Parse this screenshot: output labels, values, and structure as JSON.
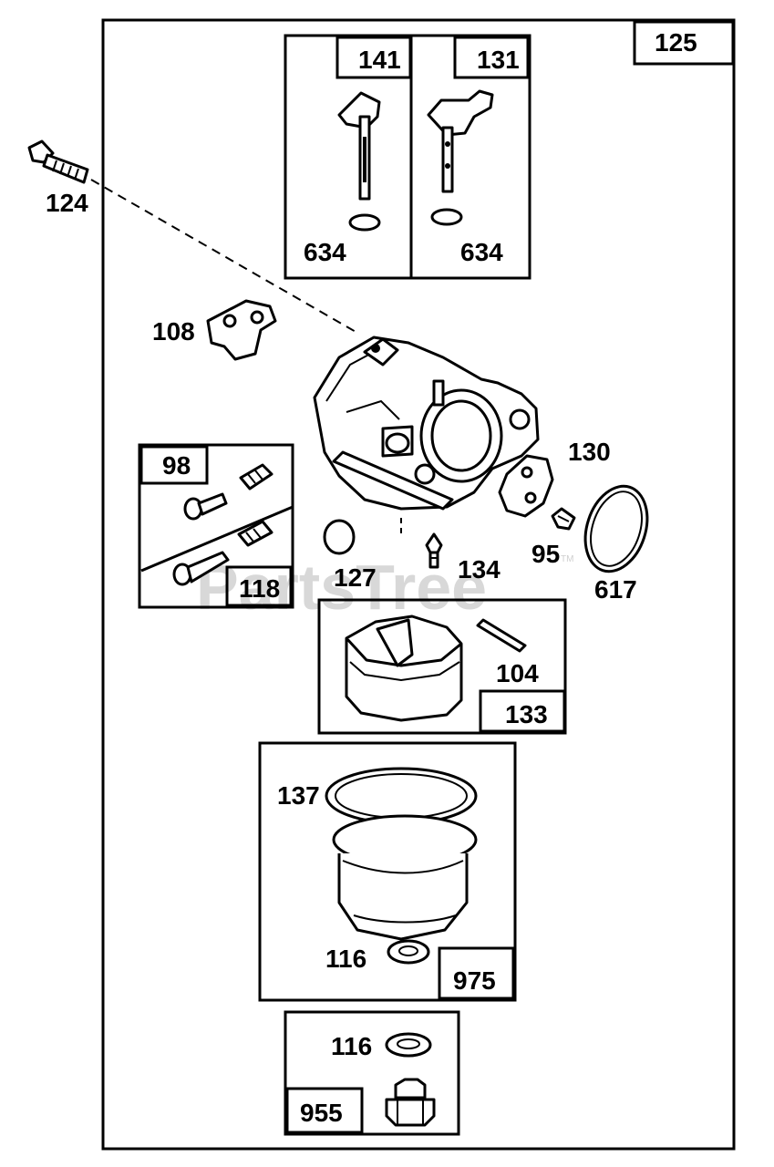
{
  "watermark": {
    "text": "PartsTree",
    "tm": "TM"
  },
  "assembly": {
    "number": "125"
  },
  "callouts": {
    "p141": "141",
    "p131": "131",
    "p634a": "634",
    "p634b": "634",
    "p124": "124",
    "p108": "108",
    "p98": "98",
    "p118": "118",
    "p130": "130",
    "p95": "95",
    "p617": "617",
    "p127": "127",
    "p134": "134",
    "p104": "104",
    "p133": "133",
    "p137": "137",
    "p116a": "116",
    "p975": "975",
    "p116b": "116",
    "p955": "955"
  }
}
